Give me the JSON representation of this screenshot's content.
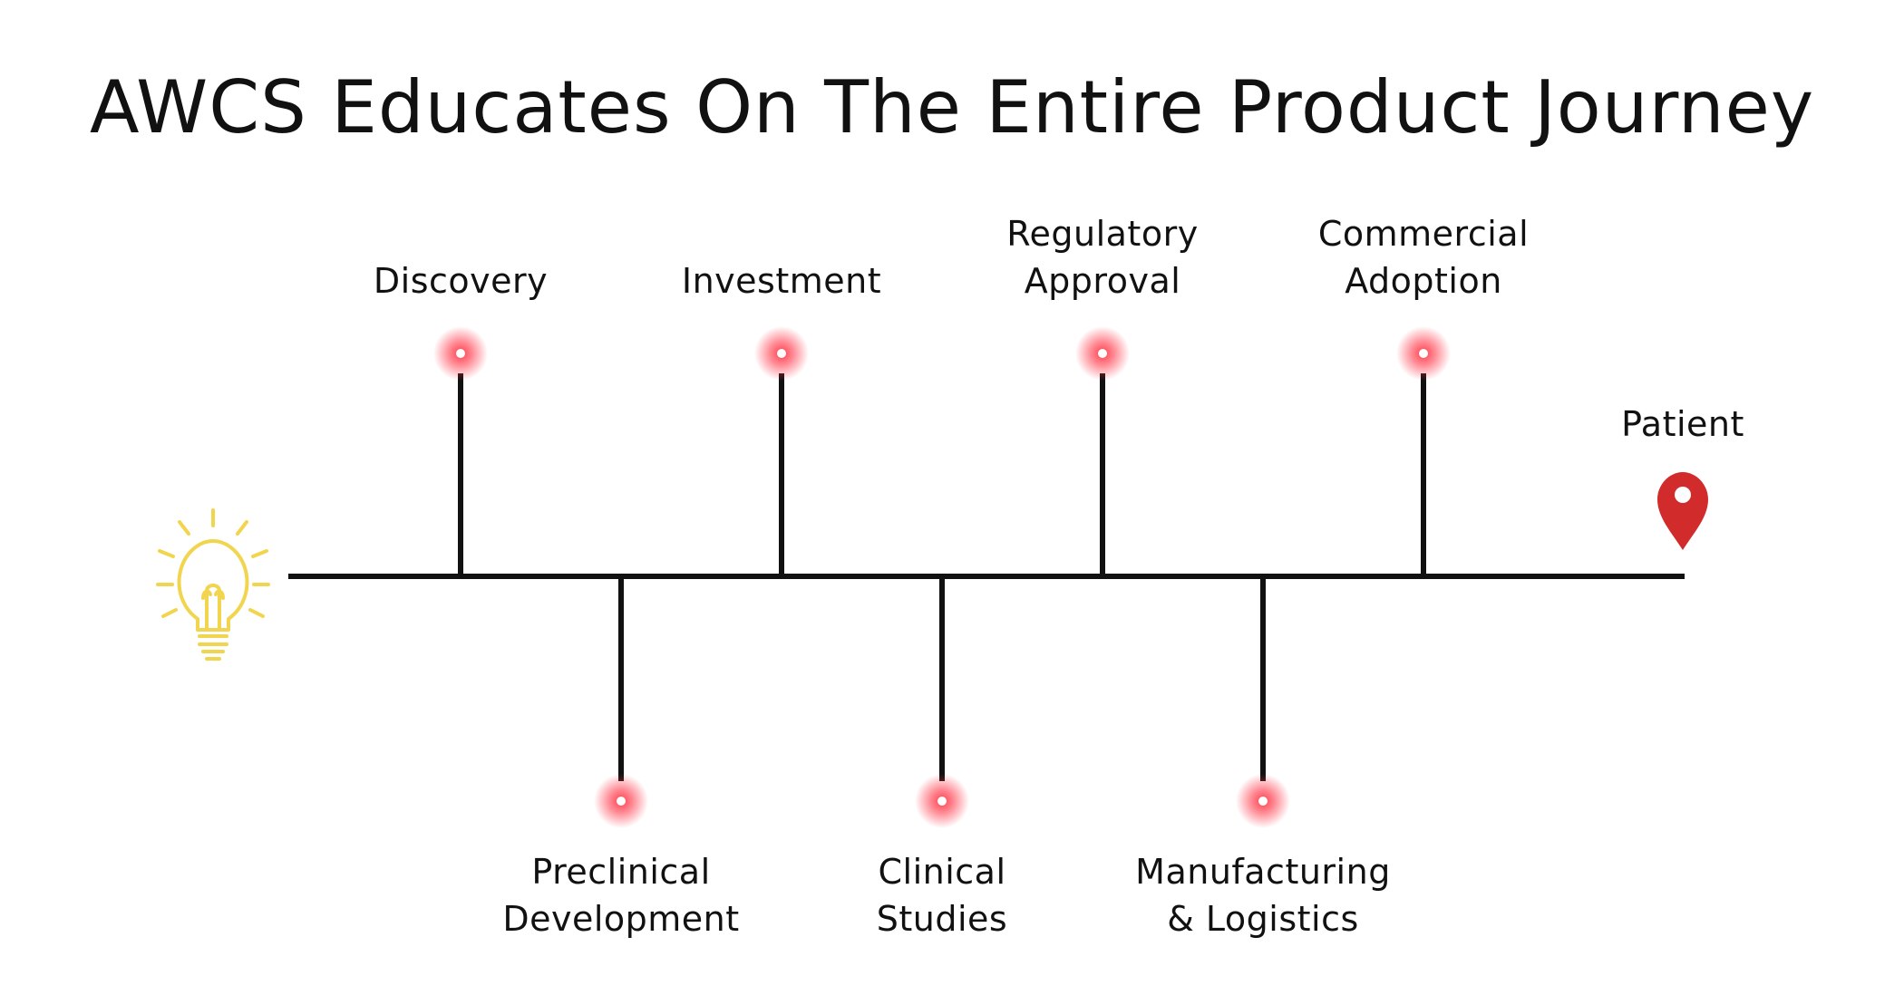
{
  "title": "AWCS Educates On The Entire Product Journey",
  "colors": {
    "line": "#111111",
    "glow": "#ff3344",
    "bulb": "#f2d54e",
    "pin": "#d12b2b"
  },
  "start_icon": "lightbulb-icon",
  "end_icon": "map-pin-icon",
  "end_label": "Patient",
  "steps": [
    {
      "label": "Discovery",
      "side": "top"
    },
    {
      "label": "Preclinical\nDevelopment",
      "side": "bottom"
    },
    {
      "label": "Investment",
      "side": "top"
    },
    {
      "label": "Clinical\nStudies",
      "side": "bottom"
    },
    {
      "label": "Regulatory\nApproval",
      "side": "top"
    },
    {
      "label": "Manufacturing\n& Logistics",
      "side": "bottom"
    },
    {
      "label": "Commercial\nAdoption",
      "side": "top"
    }
  ]
}
